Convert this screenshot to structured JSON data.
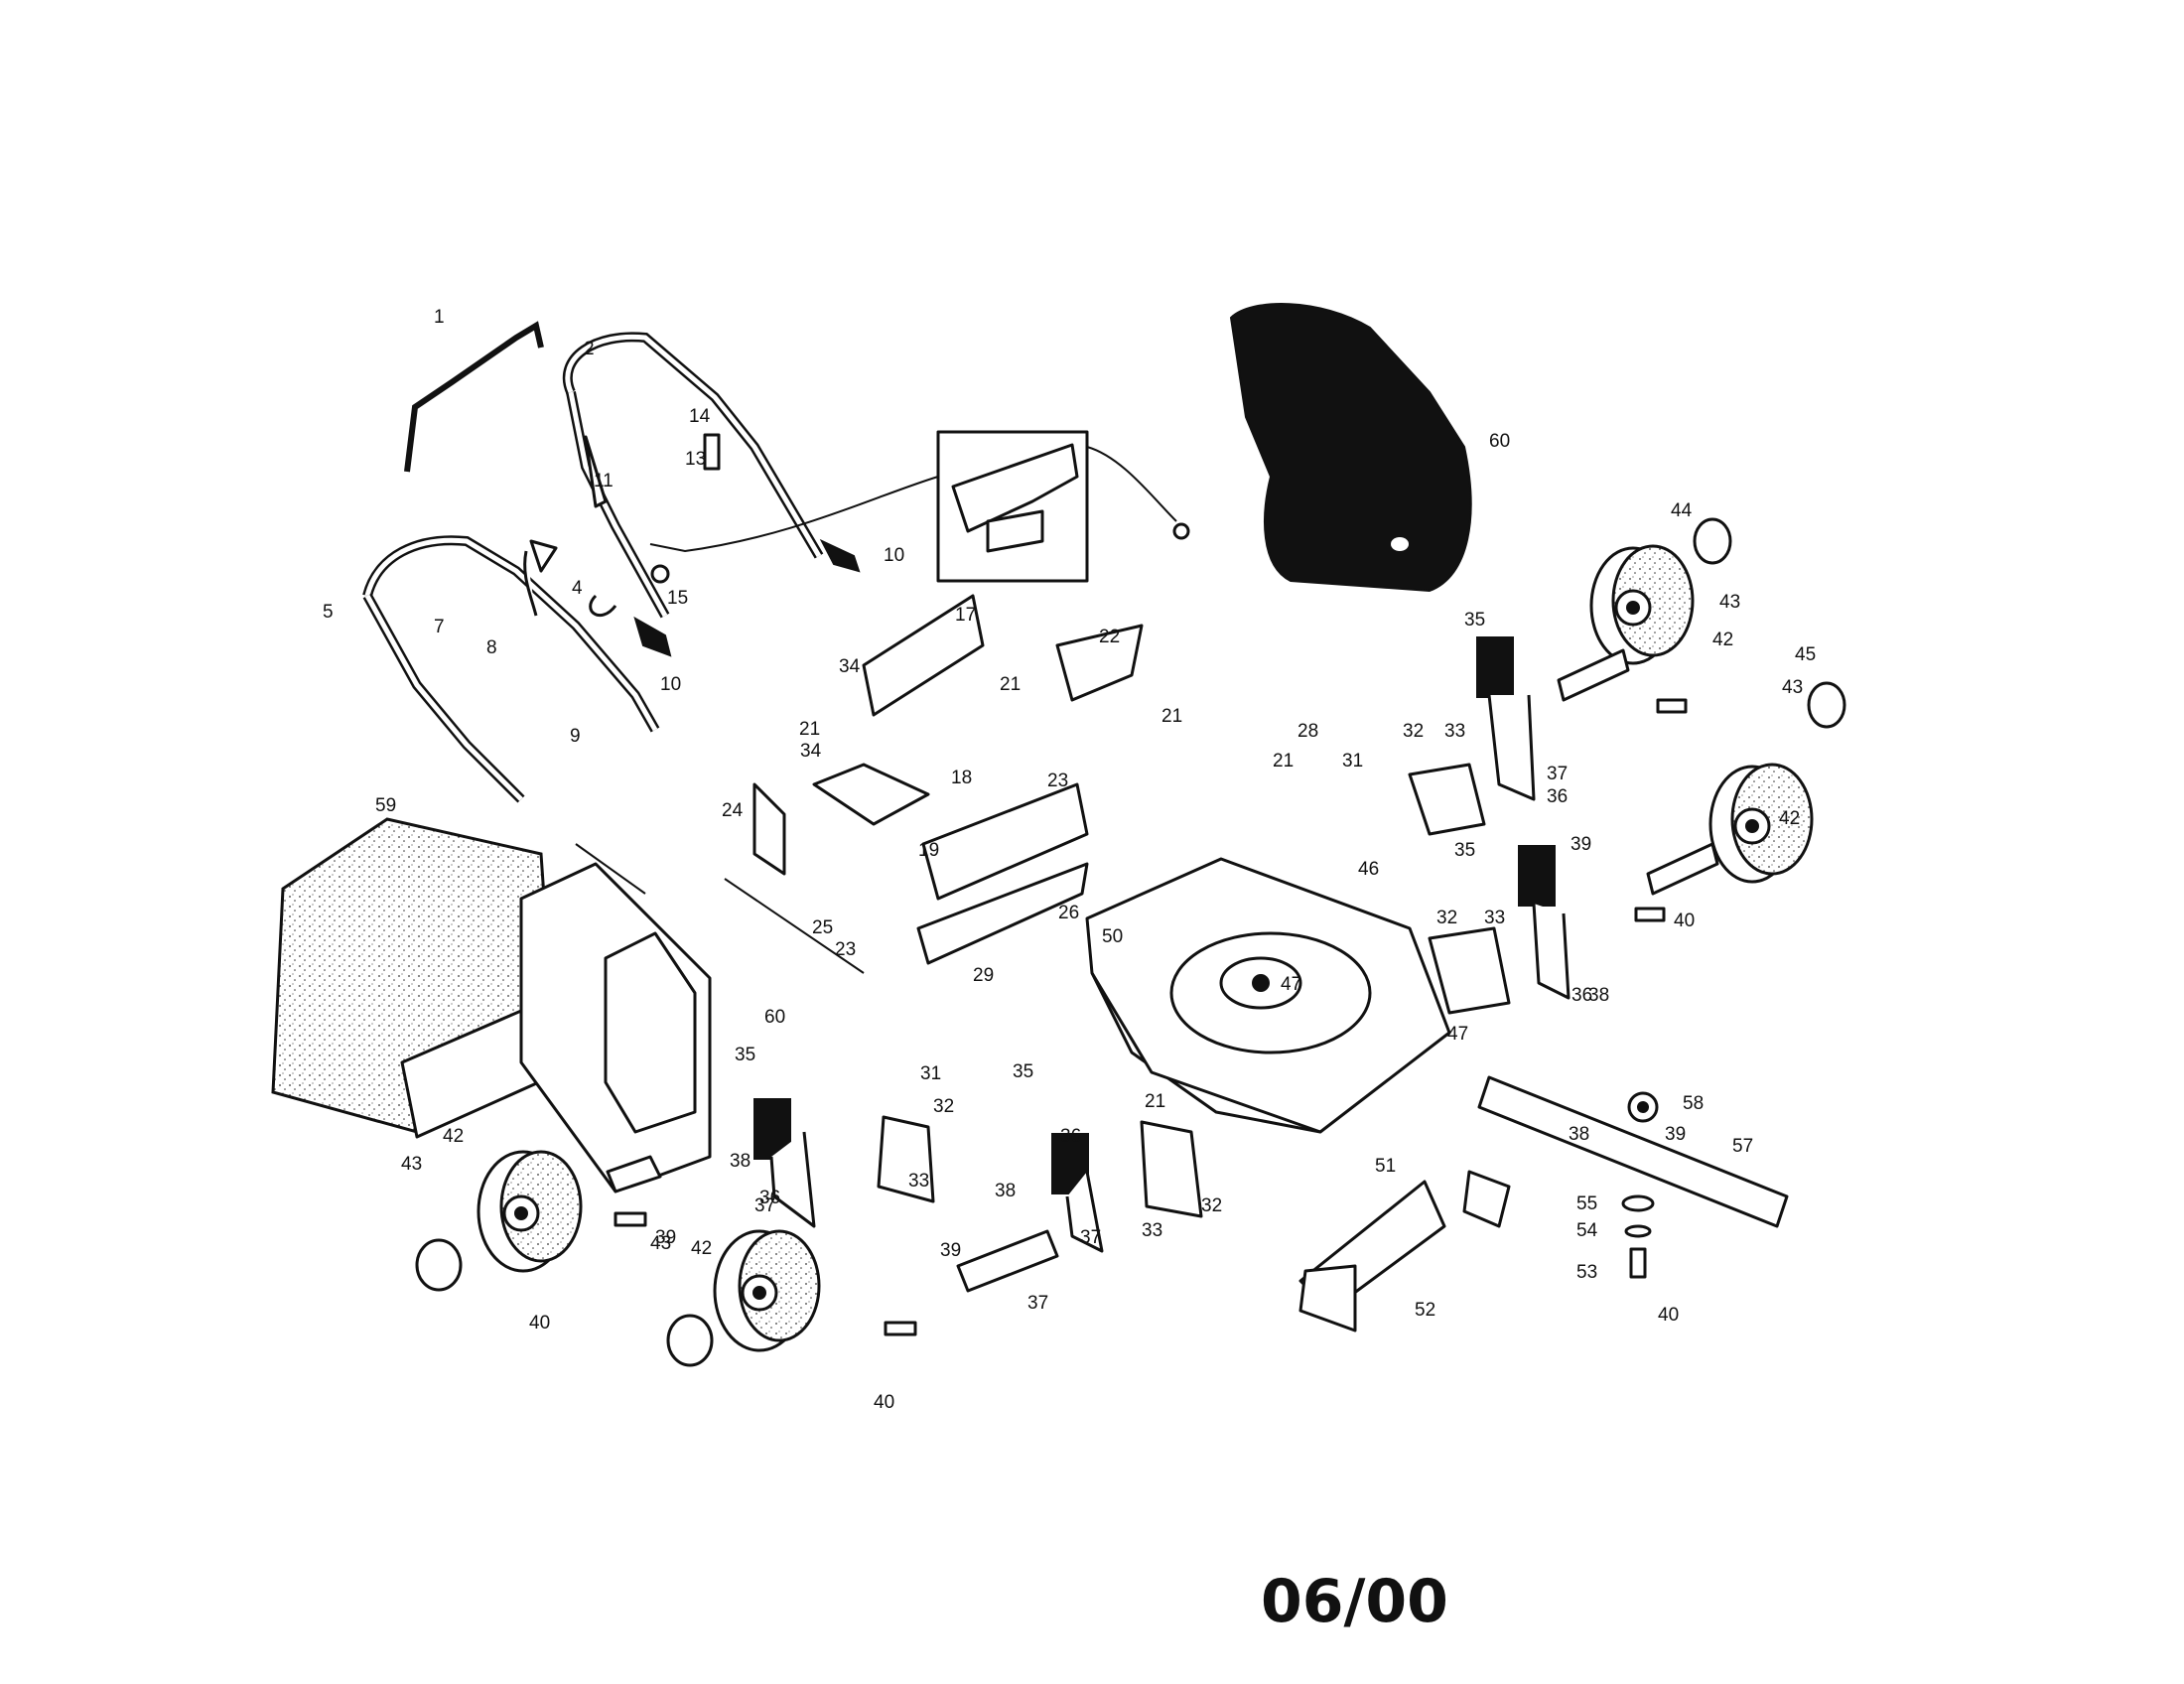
{
  "date_code": "06/00",
  "callouts": [
    "1",
    "2",
    "4",
    "5",
    "7",
    "8",
    "9",
    "10",
    "10",
    "11",
    "13",
    "14",
    "15",
    "17",
    "18",
    "19",
    "21",
    "21",
    "21",
    "21",
    "21",
    "22",
    "23",
    "23",
    "24",
    "25",
    "26",
    "28",
    "29",
    "31",
    "31",
    "32",
    "32",
    "32",
    "32",
    "33",
    "33",
    "33",
    "33",
    "34",
    "34",
    "35",
    "35",
    "35",
    "35",
    "36",
    "36",
    "36",
    "36",
    "37",
    "37",
    "37",
    "37",
    "38",
    "38",
    "38",
    "38",
    "39",
    "39",
    "39",
    "39",
    "40",
    "40",
    "40",
    "40",
    "42",
    "42",
    "42",
    "42",
    "43",
    "43",
    "43",
    "43",
    "44",
    "45",
    "46",
    "47",
    "47",
    "50",
    "51",
    "52",
    "53",
    "54",
    "55",
    "57",
    "58",
    "59",
    "60",
    "60"
  ]
}
